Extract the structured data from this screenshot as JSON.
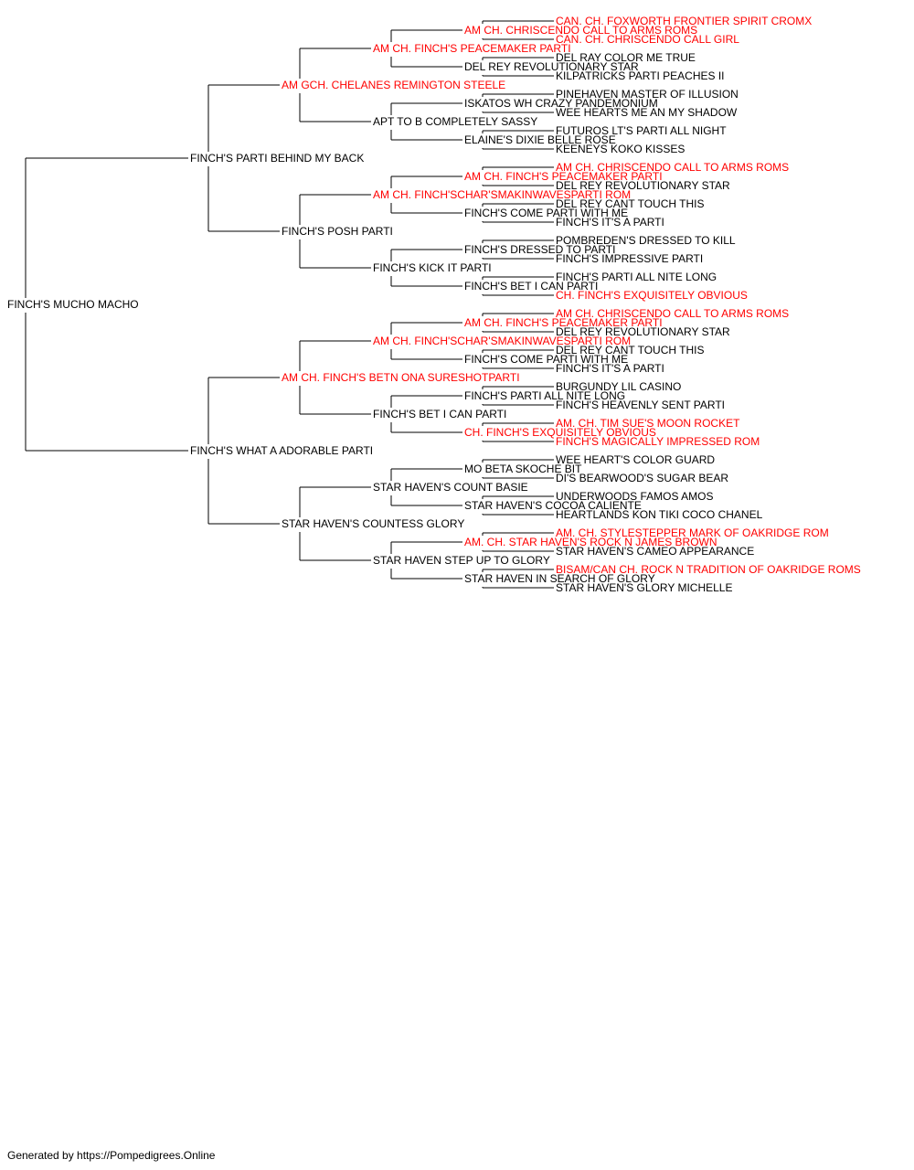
{
  "colors": {
    "champion": "#ff0000",
    "regular": "#000000",
    "line": "#000000"
  },
  "pedigree": {
    "subject": "FINCH'S MUCHO MACHO",
    "sire": "FINCH'S PARTI BEHIND MY BACK",
    "dam": "FINCH'S WHAT A ADORABLE PARTI",
    "generation_2": [
      {
        "name": "AM GCH. CHELANES REMINGTON STEELE",
        "champion": true
      },
      {
        "name": "FINCH'S POSH PARTI",
        "champion": false
      },
      {
        "name": "AM CH. FINCH'S BETN ONA SURESHOTPARTI",
        "champion": true
      },
      {
        "name": "STAR HAVEN'S COUNTESS GLORY",
        "champion": false
      }
    ],
    "generation_3": [
      {
        "name": "AM CH. FINCH'S PEACEMAKER PARTI",
        "champion": true
      },
      {
        "name": "APT TO B COMPLETELY SASSY",
        "champion": false
      },
      {
        "name": "AM CH. FINCH'SCHAR'SMAKINWAVESPARTI ROM",
        "champion": true
      },
      {
        "name": "FINCH'S KICK IT PARTI",
        "champion": false
      },
      {
        "name": "AM CH. FINCH'SCHAR'SMAKINWAVESPARTI ROM",
        "champion": true
      },
      {
        "name": "FINCH'S BET I CAN PARTI",
        "champion": false
      },
      {
        "name": "STAR HAVEN'S COUNT BASIE",
        "champion": false
      },
      {
        "name": "STAR HAVEN STEP UP TO GLORY",
        "champion": false
      }
    ],
    "generation_4": [
      {
        "name": "AM CH. CHRISCENDO CALL TO ARMS ROMS",
        "champion": true
      },
      {
        "name": "DEL REY REVOLUTIONARY STAR",
        "champion": false
      },
      {
        "name": "ISKATOS WH CRAZY PANDEMONIUM",
        "champion": false
      },
      {
        "name": "ELAINE'S DIXIE BELLE ROSE",
        "champion": false
      },
      {
        "name": "AM CH. FINCH'S PEACEMAKER PARTI",
        "champion": true
      },
      {
        "name": "FINCH'S COME PARTI WITH ME",
        "champion": false
      },
      {
        "name": "FINCH'S DRESSED TO PARTI",
        "champion": false
      },
      {
        "name": "FINCH'S BET I CAN PARTI",
        "champion": false
      },
      {
        "name": "AM CH. FINCH'S PEACEMAKER PARTI",
        "champion": true
      },
      {
        "name": "FINCH'S COME PARTI WITH ME",
        "champion": false
      },
      {
        "name": "FINCH'S PARTI ALL NITE LONG",
        "champion": false
      },
      {
        "name": "CH. FINCH'S EXQUISITELY OBVIOUS",
        "champion": true
      },
      {
        "name": "MO BETA SKOCHE BIT",
        "champion": false
      },
      {
        "name": "STAR HAVEN'S COCOA CALIENTE",
        "champion": false
      },
      {
        "name": "AM. CH. STAR HAVEN'S ROCK N JAMES BROWN",
        "champion": true
      },
      {
        "name": "STAR HAVEN IN SEARCH OF GLORY",
        "champion": false
      }
    ],
    "generation_5": [
      {
        "name": "CAN. CH. FOXWORTH FRONTIER SPIRIT CROMX",
        "champion": true
      },
      {
        "name": "CAN. CH. CHRISCENDO CALL GIRL",
        "champion": true
      },
      {
        "name": "DEL RAY COLOR ME TRUE",
        "champion": false
      },
      {
        "name": "KILPATRICKS PARTI PEACHES II",
        "champion": false
      },
      {
        "name": "PINEHAVEN MASTER OF ILLUSION",
        "champion": false
      },
      {
        "name": "WEE HEARTS ME AN MY SHADOW",
        "champion": false
      },
      {
        "name": "FUTUROS LT'S PARTI ALL NIGHT",
        "champion": false
      },
      {
        "name": "KEENEYS KOKO KISSES",
        "champion": false
      },
      {
        "name": "AM CH. CHRISCENDO CALL TO ARMS ROMS",
        "champion": true
      },
      {
        "name": "DEL REY REVOLUTIONARY STAR",
        "champion": false
      },
      {
        "name": "DEL REY CANT TOUCH THIS",
        "champion": false
      },
      {
        "name": "FINCH'S IT'S A PARTI",
        "champion": false
      },
      {
        "name": "POMBREDEN'S DRESSED TO KILL",
        "champion": false
      },
      {
        "name": "FINCH'S IMPRESSIVE PARTI",
        "champion": false
      },
      {
        "name": "FINCH'S PARTI ALL NITE LONG",
        "champion": false
      },
      {
        "name": "CH. FINCH'S EXQUISITELY OBVIOUS",
        "champion": true
      },
      {
        "name": "AM CH. CHRISCENDO CALL TO ARMS ROMS",
        "champion": true
      },
      {
        "name": "DEL REY REVOLUTIONARY STAR",
        "champion": false
      },
      {
        "name": "DEL REY CANT TOUCH THIS",
        "champion": false
      },
      {
        "name": "FINCH'S IT'S A PARTI",
        "champion": false
      },
      {
        "name": "BURGUNDY LIL CASINO",
        "champion": false
      },
      {
        "name": "FINCH'S HEAVENLY SENT PARTI",
        "champion": false
      },
      {
        "name": "AM. CH. TIM SUE'S MOON ROCKET",
        "champion": true
      },
      {
        "name": "FINCH'S MAGICALLY IMPRESSED ROM",
        "champion": true
      },
      {
        "name": "WEE HEART'S COLOR GUARD",
        "champion": false
      },
      {
        "name": "DI'S BEARWOOD'S SUGAR BEAR",
        "champion": false
      },
      {
        "name": "UNDERWOODS FAMOS AMOS",
        "champion": false
      },
      {
        "name": "HEARTLANDS KON TIKI COCO CHANEL",
        "champion": false
      },
      {
        "name": "AM. CH. STYLESTEPPER MARK OF OAKRIDGE ROM",
        "champion": true
      },
      {
        "name": "STAR HAVEN'S CAMEO APPEARANCE",
        "champion": false
      },
      {
        "name": "BISAM/CAN CH. ROCK N TRADITION OF OAKRIDGE ROMS",
        "champion": true
      },
      {
        "name": "STAR HAVEN'S GLORY MICHELLE",
        "champion": false
      }
    ]
  },
  "footer": "Generated by https://Pompedigrees.Online"
}
